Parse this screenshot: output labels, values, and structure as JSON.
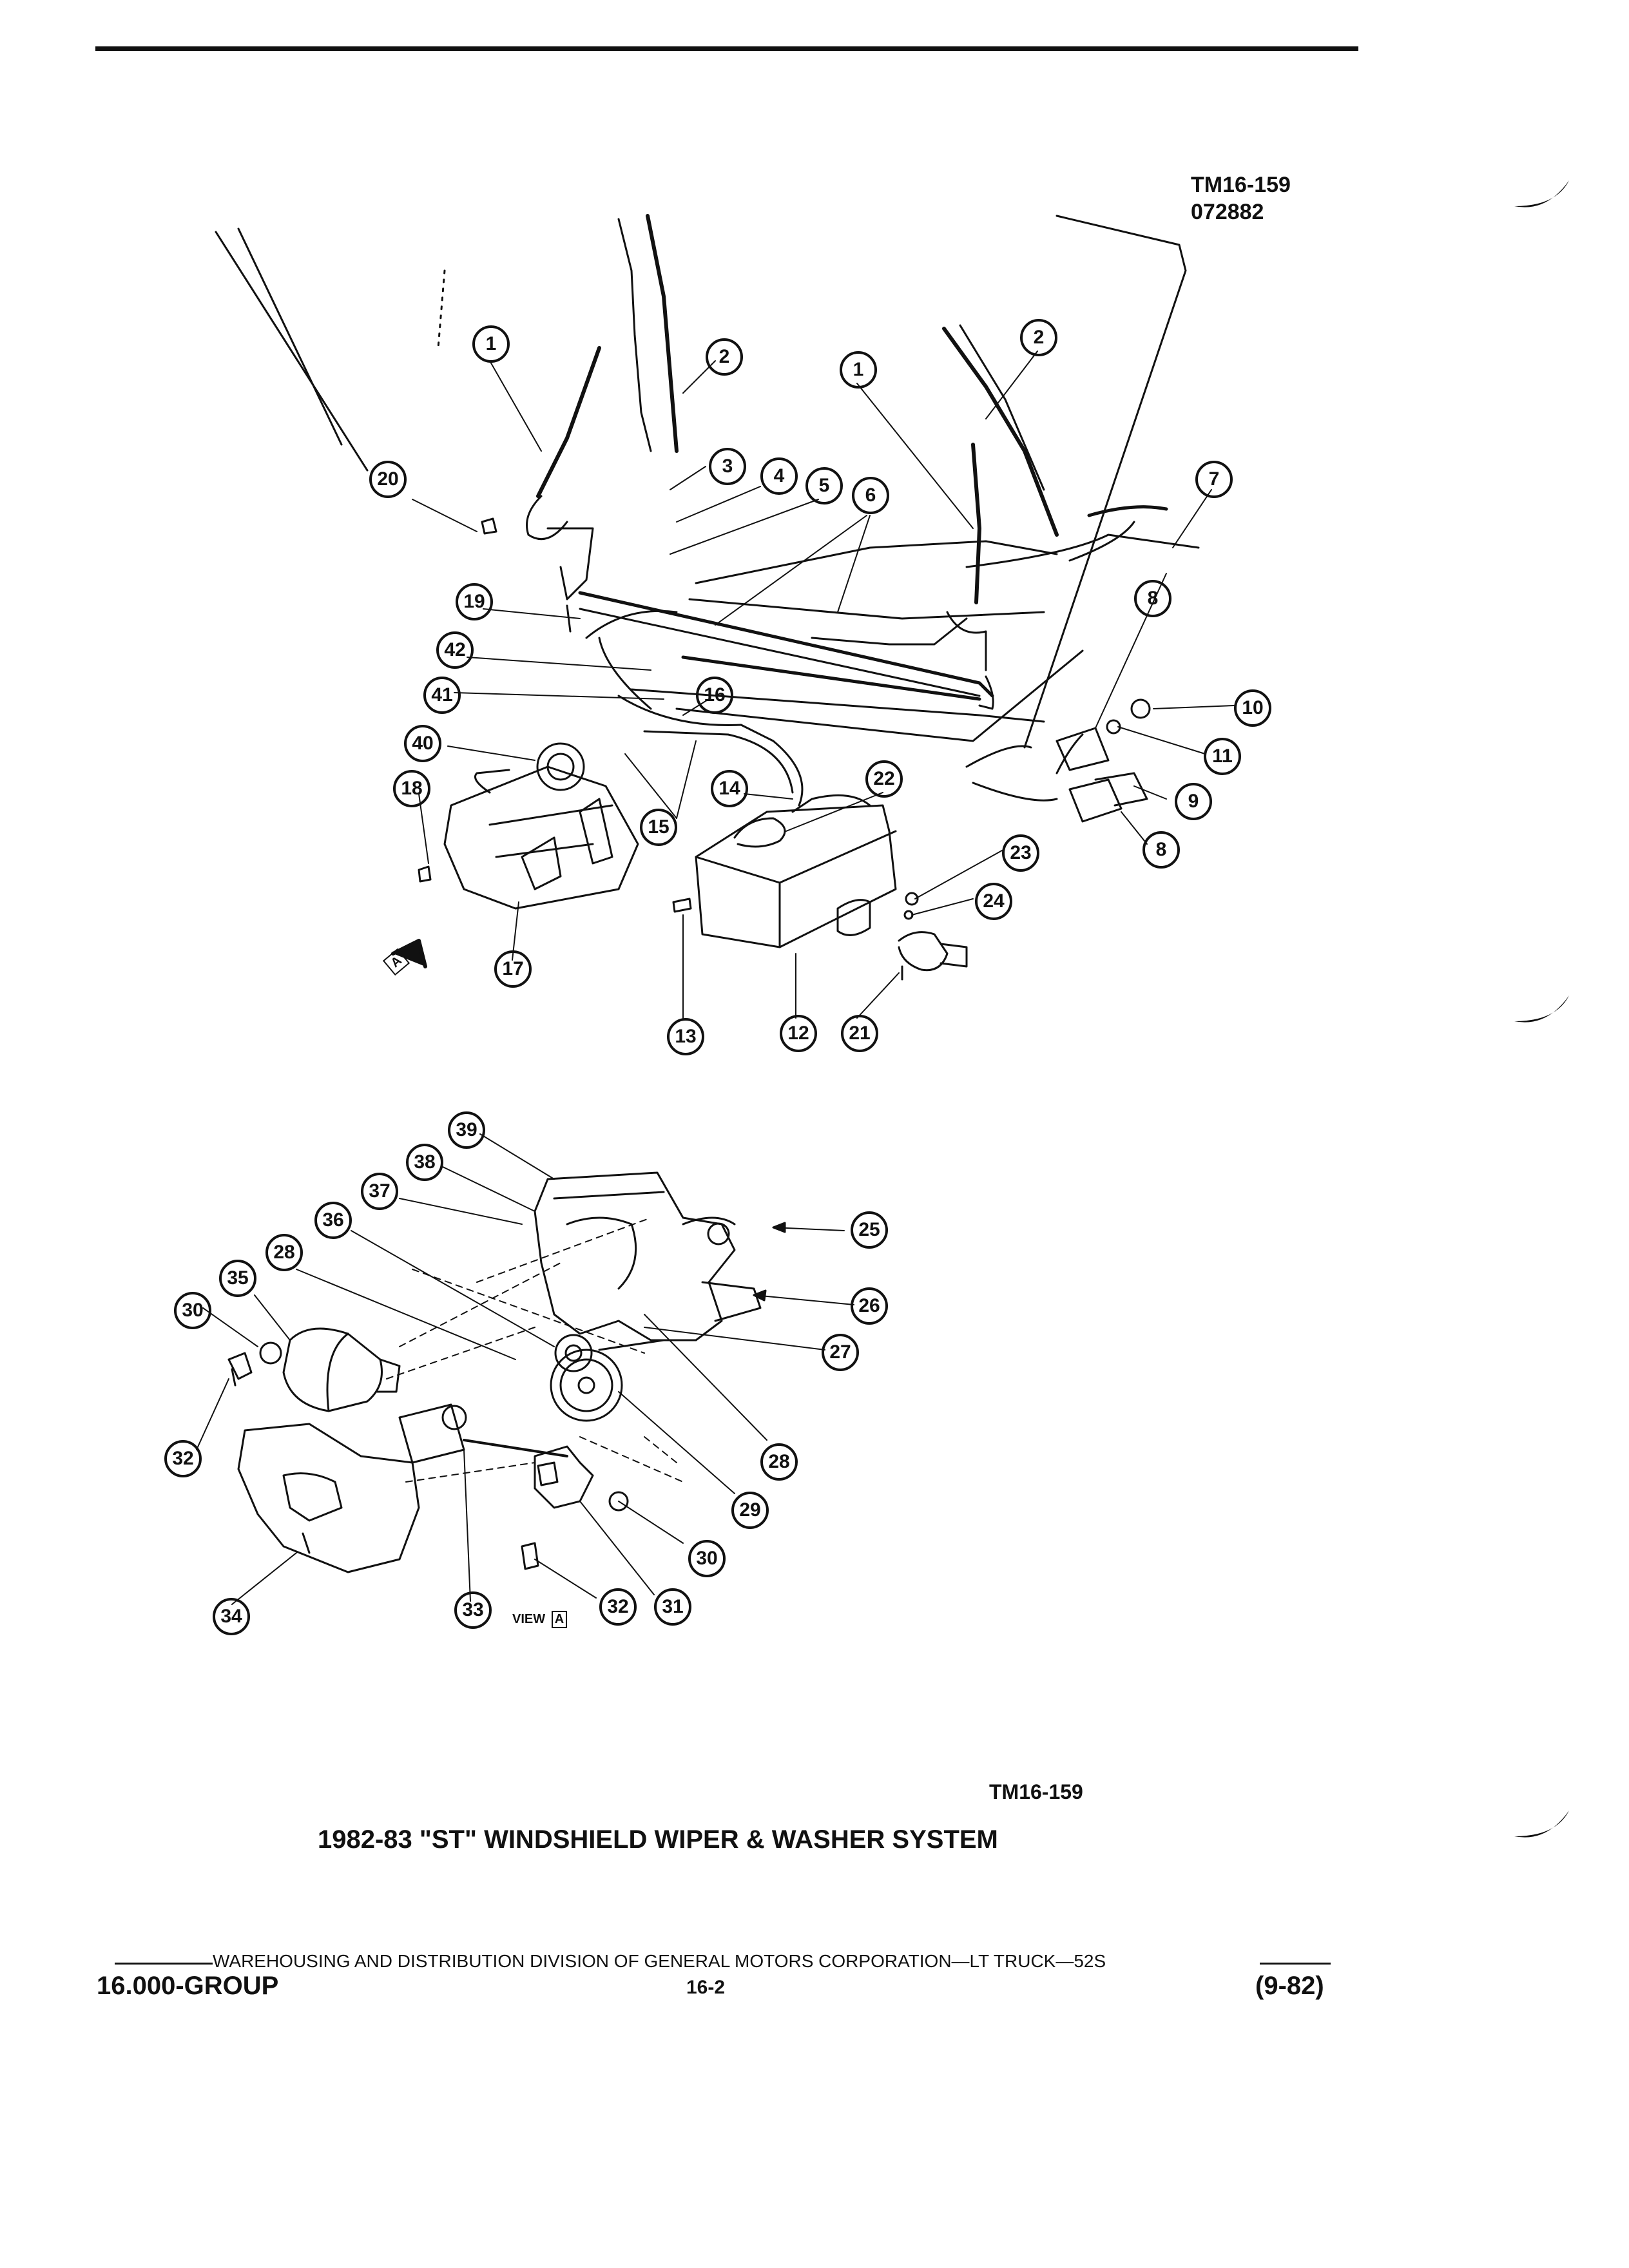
{
  "header": {
    "drawing_number": "TM16-159",
    "date_code": "072882"
  },
  "callouts": {
    "upper": [
      "1",
      "2",
      "3",
      "4",
      "5",
      "6",
      "1",
      "2",
      "7",
      "20",
      "19",
      "42",
      "41",
      "16",
      "40",
      "18",
      "15",
      "14",
      "22",
      "17",
      "8",
      "10",
      "11",
      "9",
      "8",
      "23",
      "24",
      "13",
      "12",
      "21"
    ],
    "lower": [
      "39",
      "38",
      "37",
      "36",
      "28",
      "35",
      "30",
      "25",
      "26",
      "27",
      "28",
      "29",
      "32",
      "30",
      "31",
      "32",
      "33",
      "34"
    ]
  },
  "view_label": {
    "prefix": "VIEW",
    "letter": "A"
  },
  "pointer_letter": "A",
  "figure": {
    "number": "TM16-159",
    "caption": "1982-83 \"ST\" WINDSHIELD WIPER & WASHER SYSTEM"
  },
  "footer": {
    "publisher_line": "WAREHOUSING AND DISTRIBUTION  DIVISION OF GENERAL MOTORS CORPORATION—LT TRUCK—52S",
    "group": "16.000-GROUP",
    "page": "16-2",
    "revision": "(9-82)"
  },
  "colors": {
    "ink": "#111111",
    "paper": "#ffffff"
  }
}
